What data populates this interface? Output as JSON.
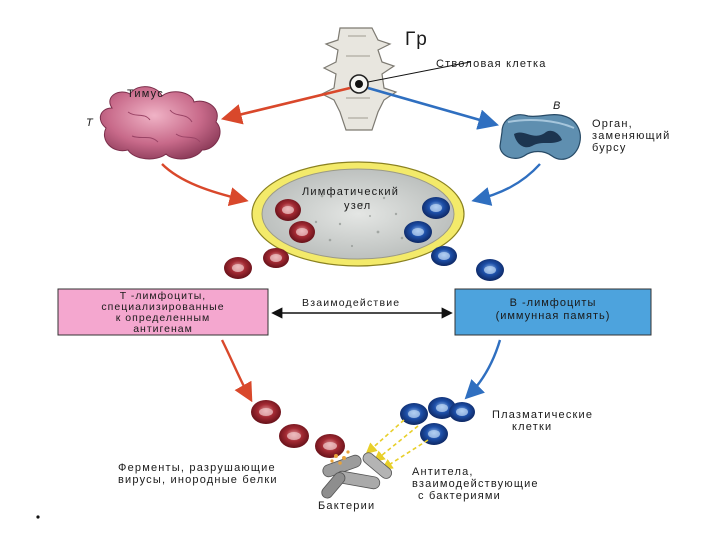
{
  "labels": {
    "gr": "Гр",
    "stem_cell": "Стволовая клетка",
    "thymus": "Тимус",
    "t_letter": "T",
    "b_letter": "B",
    "organ_line1": "Орган,",
    "organ_line2": "заменяющий",
    "organ_line3": "бурсу",
    "lymph_node_line1": "Лимфатический",
    "lymph_node_line2": "узел",
    "interaction": "Взаимодействие",
    "plasma_line1": "Плазматические",
    "plasma_line2": "клетки",
    "enzymes_line1": "Ферменты, разрушающие",
    "enzymes_line2": "вирусы, инородные белки",
    "antibodies_line1": "Антитела,",
    "antibodies_line2": "взаимодействующие",
    "antibodies_line3": "с бактериями",
    "bacteria": "Бактерии"
  },
  "t_box": {
    "line1": "T -лимфоциты,",
    "line2": "специализированные",
    "line3": "к определенным",
    "line4": "антигенам"
  },
  "b_box": {
    "line1": "B -лимфоциты",
    "line2": "(иммунная память)"
  },
  "colors": {
    "t_arrow": "#d9482b",
    "b_arrow": "#2f6fc0",
    "t_box_fill": "#f4a7cf",
    "b_box_fill": "#4da3dd",
    "thymus": "#c86a8a",
    "lymph_node_ring": "#f3ea6a",
    "t_cell": "#8c1d26",
    "b_cell": "#123f8f"
  }
}
